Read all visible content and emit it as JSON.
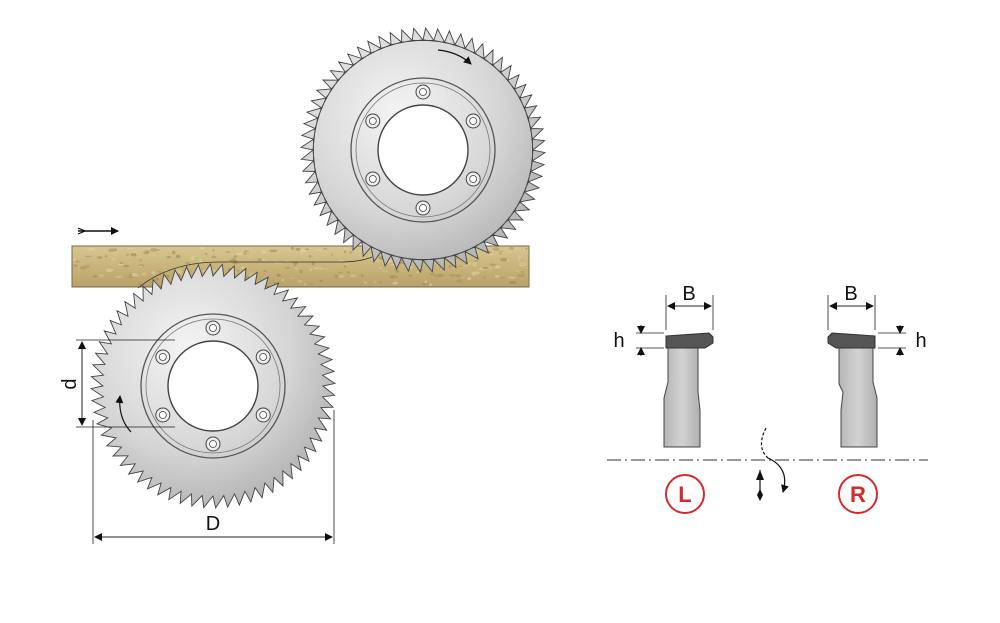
{
  "labels": {
    "outer_diameter": "D",
    "bore_diameter": "d",
    "tooth_width_left": "B",
    "tooth_width_right": "B",
    "tooth_height_left": "h",
    "tooth_height_right": "h",
    "left_hand": "L",
    "right_hand": "R"
  },
  "colors": {
    "badge": "#d32b2b",
    "blade_light": "#f2f2f2",
    "blade_dark": "#a9a9a9",
    "carbide_tip": "#555555",
    "tool_body": "#c4c4c4",
    "wood_board": "#cdbb88"
  },
  "icons": {
    "feed_direction": "arrow-right-icon",
    "rotation_upper": "rotation-arrow-icon",
    "rotation_lower": "rotation-arrow-icon",
    "axis_rotation": "axis-rotation-icon"
  },
  "blade": {
    "teeth": 64,
    "holes": 6
  }
}
